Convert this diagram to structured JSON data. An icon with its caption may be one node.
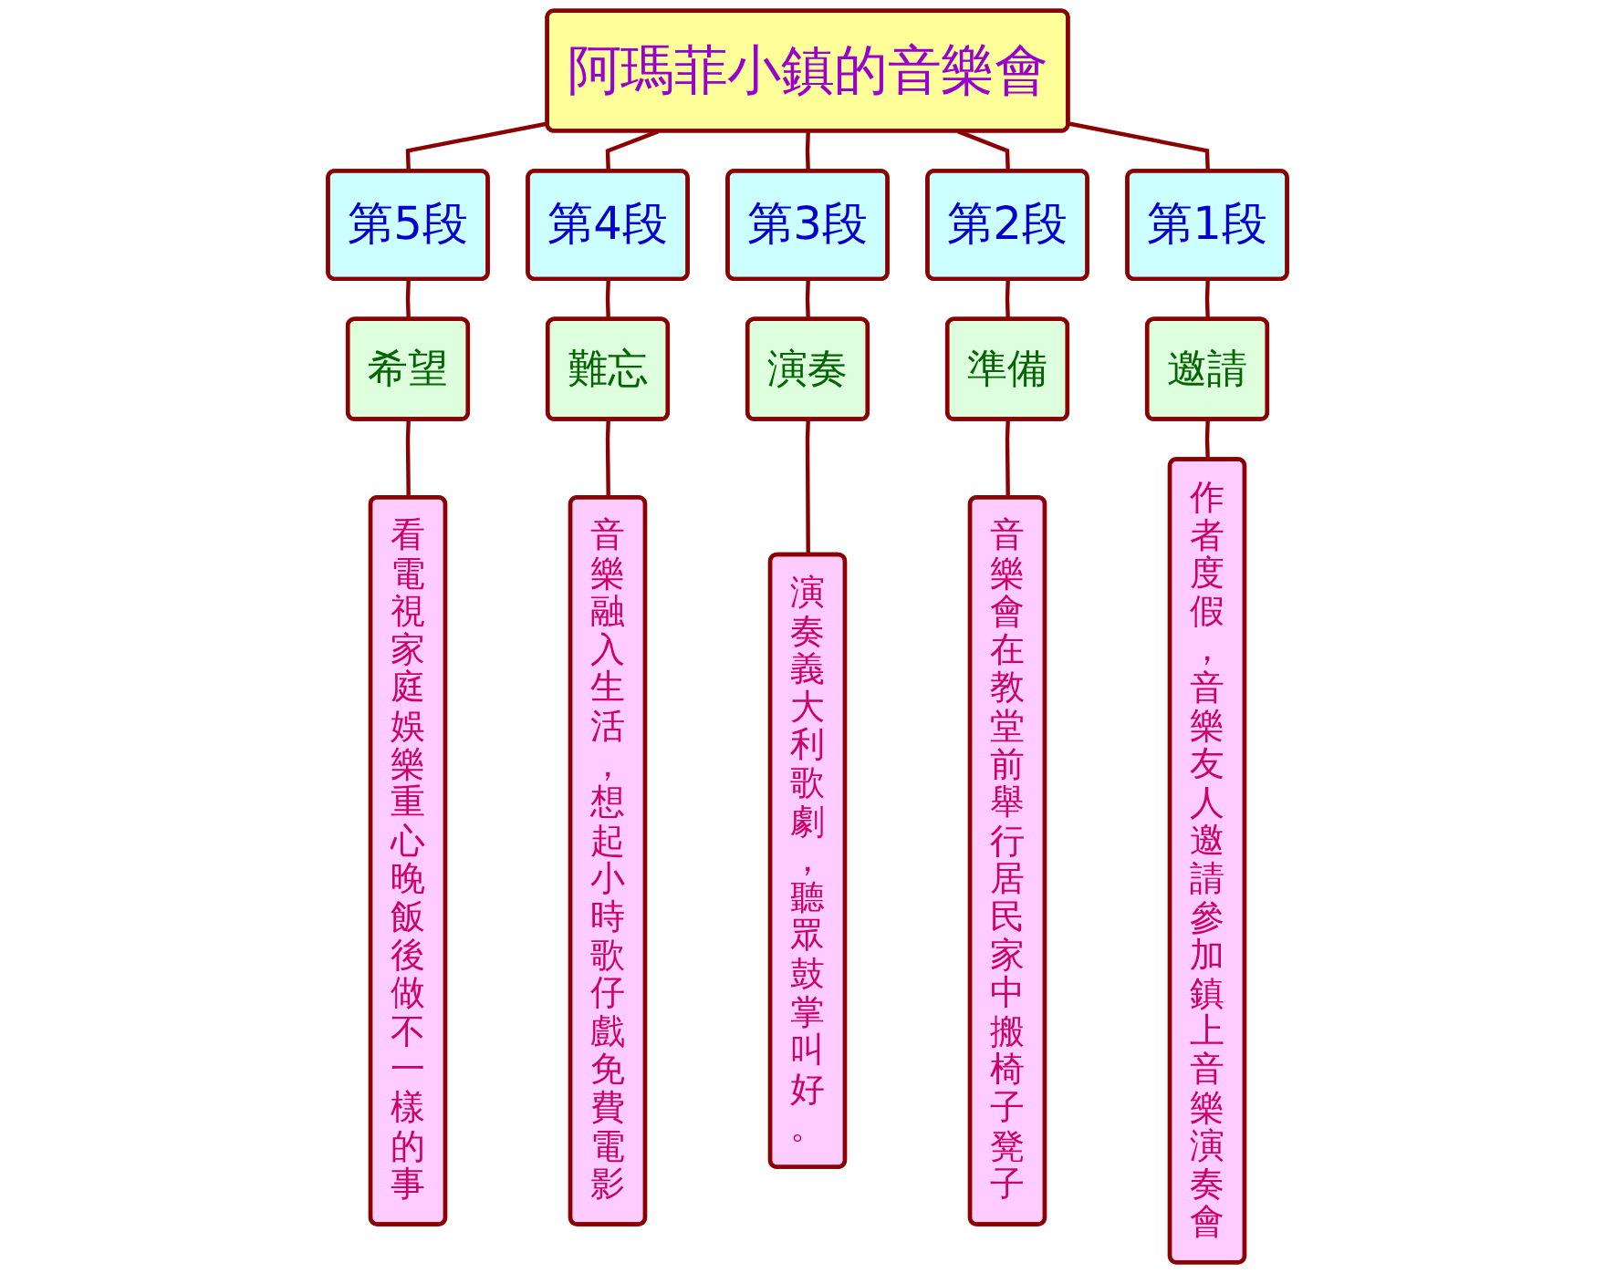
{
  "diagram": {
    "nodes": [
      {
        "text": [
          "阿瑪菲小鎮的音樂會"
        ]
      },
      {
        "text": [
          "第5段"
        ]
      },
      {
        "text": [
          "第4段"
        ]
      },
      {
        "text": [
          "第3段"
        ]
      },
      {
        "text": [
          "第2段"
        ]
      },
      {
        "text": [
          "第1段"
        ]
      },
      {
        "text": [
          "希望"
        ]
      },
      {
        "text": [
          "難忘"
        ]
      },
      {
        "text": [
          "演奏"
        ]
      },
      {
        "text": [
          "準備"
        ]
      },
      {
        "text": [
          "邀請"
        ]
      },
      {
        "text": [
          "看電視家庭娛樂重心晚飯後做不一樣的事"
        ]
      },
      {
        "text": [
          "音樂融入生活，想起小時歌仔戲免費電影"
        ]
      },
      {
        "text": [
          "演奏義大利歌劇，聽眾鼓掌叫好。"
        ]
      },
      {
        "text": [
          "音樂會在教堂前舉行居民家中搬椅子凳子"
        ]
      },
      {
        "text": [
          "作者度假，音樂友人邀請參加鎮上音樂演奏會"
        ]
      }
    ],
    "edges": [
      {
        "from": 0,
        "to": 1,
        "arrow": "none"
      },
      {
        "from": 0,
        "to": 2,
        "arrow": "none"
      },
      {
        "from": 0,
        "to": 3,
        "arrow": "none"
      },
      {
        "from": 0,
        "to": 4,
        "arrow": "none"
      },
      {
        "from": 0,
        "to": 5,
        "arrow": "none"
      },
      {
        "from": 1,
        "to": 6,
        "arrow": "none"
      },
      {
        "from": 2,
        "to": 7,
        "arrow": "none"
      },
      {
        "from": 3,
        "to": 8,
        "arrow": "none"
      },
      {
        "from": 4,
        "to": 9,
        "arrow": "none"
      },
      {
        "from": 5,
        "to": 10,
        "arrow": "none"
      },
      {
        "from": 6,
        "to": 11,
        "arrow": "none"
      },
      {
        "from": 7,
        "to": 12,
        "arrow": "none"
      },
      {
        "from": 8,
        "to": 13,
        "arrow": "none"
      },
      {
        "from": 9,
        "to": 14,
        "arrow": "none"
      },
      {
        "from": 10,
        "to": 15,
        "arrow": "none"
      }
    ]
  }
}
